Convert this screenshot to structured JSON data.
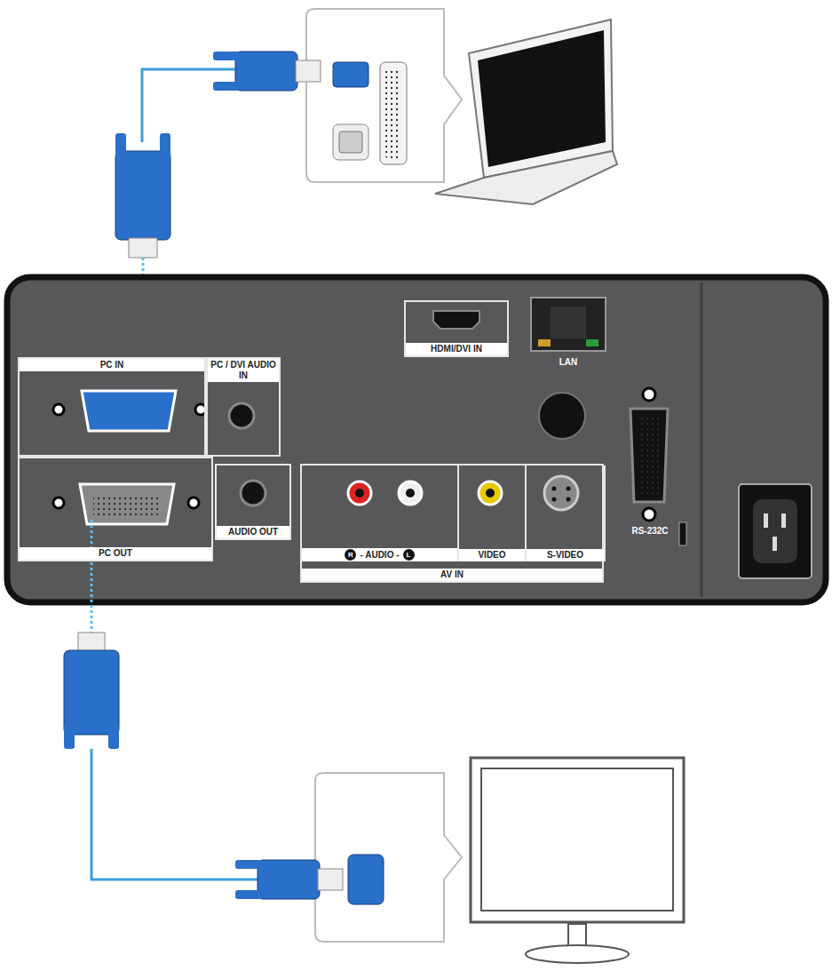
{
  "diagram": {
    "nodes": [
      {
        "text": [
          "PC IN"
        ]
      },
      {
        "text": [
          "PC / DVI AUDIO IN"
        ]
      },
      {
        "text": [
          "HDMI/DVI IN"
        ]
      },
      {
        "text": [
          "PC OUT"
        ]
      },
      {
        "text": [
          "AUDIO OUT"
        ]
      },
      {
        "text": [
          "AV IN"
        ]
      },
      {
        "text": [
          "R",
          "- AUDIO -",
          "L"
        ],
        "in": 5
      },
      {
        "text": [
          "VIDEO"
        ],
        "in": 5
      },
      {
        "text": [
          "S-VIDEO"
        ],
        "in": 5
      }
    ],
    "labels": [
      "LAN",
      "RS-232C"
    ]
  }
}
